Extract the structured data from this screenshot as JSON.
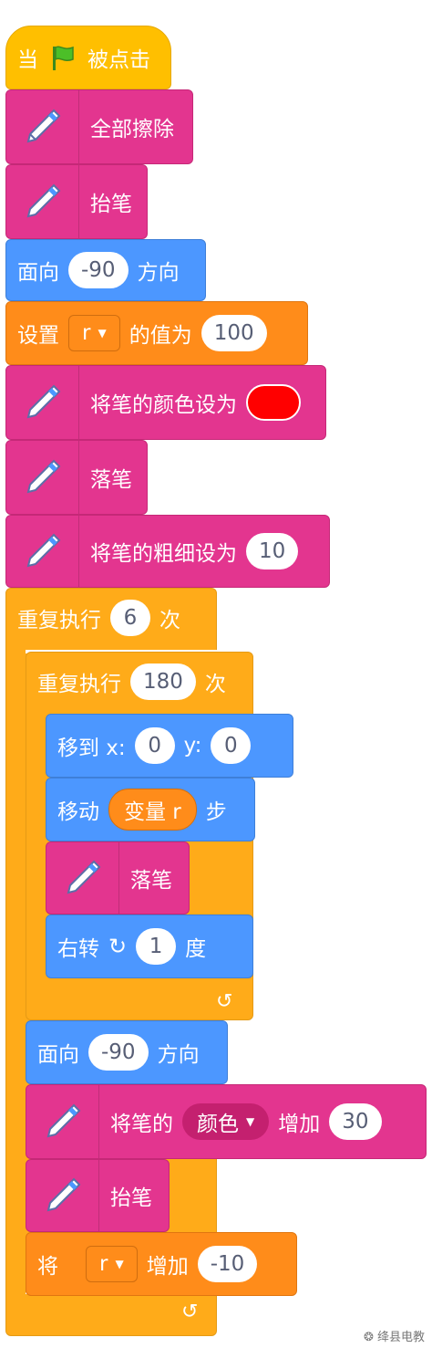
{
  "event": {
    "prefix": "当",
    "suffix": "被点击"
  },
  "blocks": {
    "clear": "全部擦除",
    "pen_up": "抬笔",
    "point_dir_label": "面向",
    "point_dir_value": "-90",
    "point_dir_suffix": "方向",
    "set_label": "设置",
    "set_var": "r",
    "set_mid": "的值为",
    "set_value": "100",
    "set_color_label": "将笔的颜色设为",
    "pen_down": "落笔",
    "set_size_label": "将笔的粗细设为",
    "set_size_value": "10",
    "repeat_outer_label": "重复执行",
    "repeat_outer_value": "6",
    "repeat_suffix": "次",
    "repeat_inner_label": "重复执行",
    "repeat_inner_value": "180",
    "goto_label": "移到 x:",
    "goto_x": "0",
    "goto_ylabel": "y:",
    "goto_y": "0",
    "move_label": "移动",
    "move_reporter": "变量 r",
    "move_suffix": "步",
    "inner_pen_down": "落笔",
    "turn_label": "右转",
    "turn_value": "1",
    "turn_suffix": "度",
    "point2_label": "面向",
    "point2_value": "-90",
    "point2_suffix": "方向",
    "change_pen_label": "将笔的",
    "change_pen_param": "颜色",
    "change_pen_mid": "增加",
    "change_pen_value": "30",
    "pen_up2": "抬笔",
    "change_var_label": "将",
    "change_var_name": "r",
    "change_var_mid": "增加",
    "change_var_value": "-10"
  },
  "watermark": "绛县电教",
  "colors": {
    "events": "#ffbf00",
    "pen": "#e3358f",
    "motion": "#4c97ff",
    "variables": "#ff8c1a",
    "control": "#ffab19",
    "pen_color_value": "#ff0000"
  }
}
